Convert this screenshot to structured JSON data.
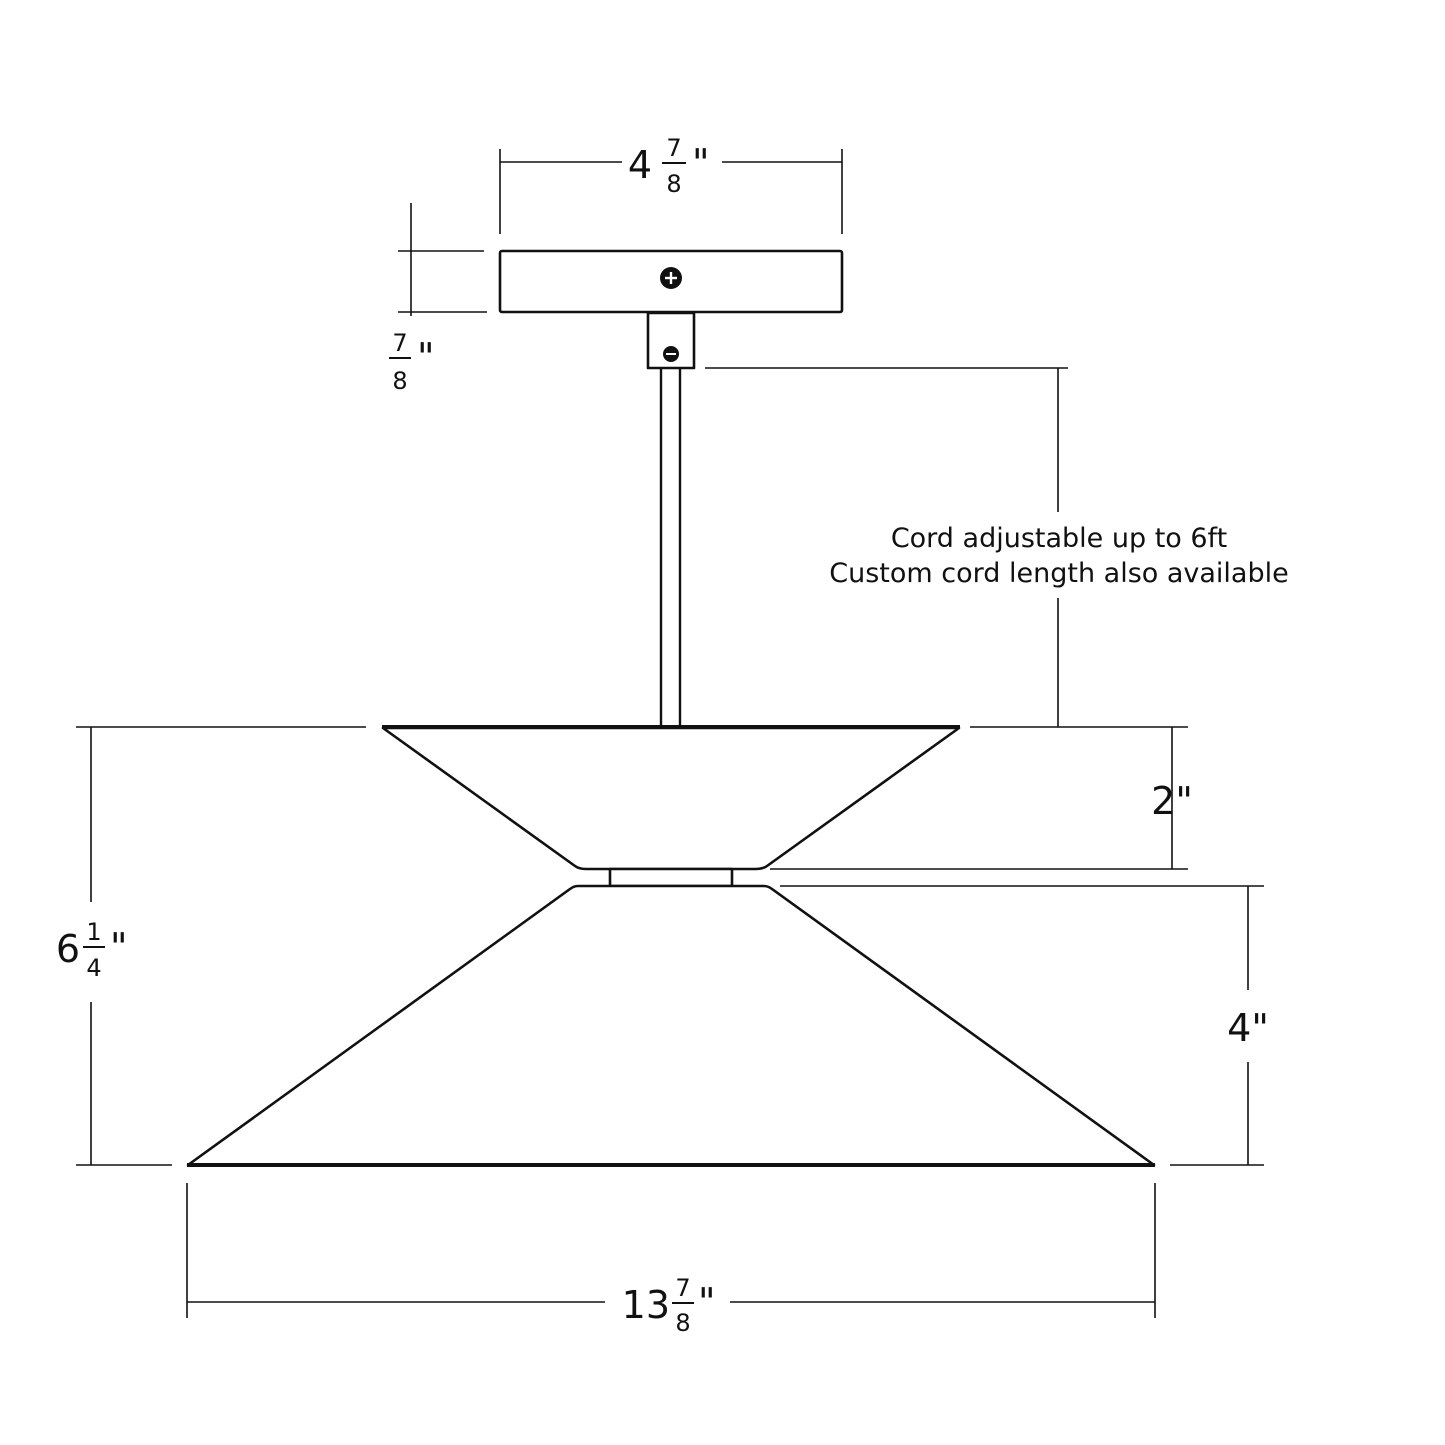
{
  "dimensions": {
    "canopy_width": {
      "whole": "4",
      "numerator": "7",
      "denominator": "8",
      "unit": "\""
    },
    "canopy_height": {
      "whole": "",
      "numerator": "7",
      "denominator": "8",
      "unit": "\""
    },
    "total_height": {
      "whole": "6",
      "numerator": "1",
      "denominator": "4",
      "unit": "\""
    },
    "top_shade_height": {
      "label": "2\""
    },
    "bottom_shade_height": {
      "label": "4\""
    },
    "shade_width": {
      "whole": "13",
      "numerator": "7",
      "denominator": "8",
      "unit": "\""
    }
  },
  "cord_note": {
    "line1": "Cord adjustable up to 6ft",
    "line2": "Custom cord length also available"
  }
}
